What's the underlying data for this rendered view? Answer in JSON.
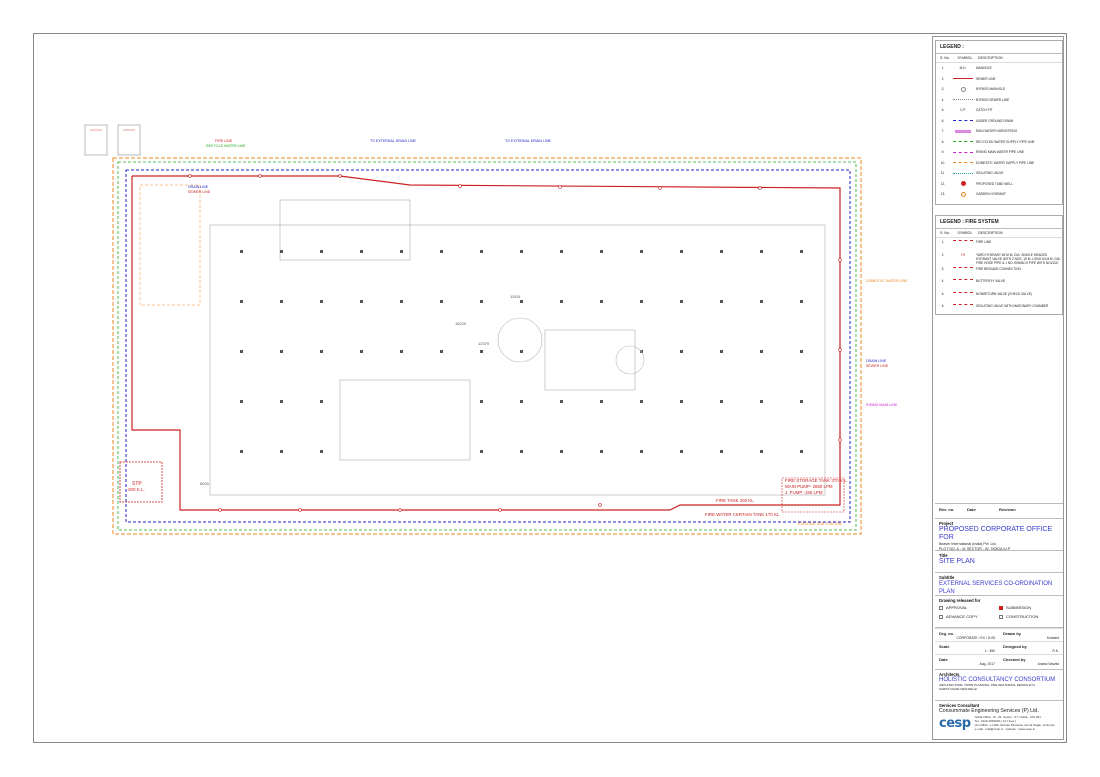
{
  "legend": {
    "title": "LEGEND :",
    "headers": {
      "no": "S. No.",
      "symbol": "SYMBOL",
      "desc": "DESCRIPTION"
    },
    "rows": [
      {
        "no": "1.",
        "symbol": "M.H.",
        "desc": "MANHOLE",
        "color": "#333333",
        "style": "text"
      },
      {
        "no": "2.",
        "symbol": "",
        "desc": "SEWER LINE",
        "color": "#cc2222",
        "style": "solid"
      },
      {
        "no": "3.",
        "symbol": "",
        "desc": "BYPASS MANHOLE",
        "color": "#888888",
        "style": "circle"
      },
      {
        "no": "4.",
        "symbol": "",
        "desc": "BYPASS SEWER LINE",
        "color": "#888888",
        "style": "dotted"
      },
      {
        "no": "5.",
        "symbol": "C.P.",
        "desc": "CATCH PIT",
        "color": "#333333",
        "style": "text"
      },
      {
        "no": "6.",
        "symbol": "",
        "desc": "UNDER GROUND DRAIN",
        "color": "#2222cc",
        "style": "dashed"
      },
      {
        "no": "7.",
        "symbol": "",
        "desc": "RAIN WATER HARVESTING",
        "color": "#dd88dd",
        "style": "block"
      },
      {
        "no": "8.",
        "symbol": "",
        "desc": "RECYCLED WATER SUPPLY PIPE LINE",
        "color": "#22aa22",
        "style": "dashed"
      },
      {
        "no": "9.",
        "symbol": "",
        "desc": "RISING MAIN WATER PIPE LINE",
        "color": "#cc22cc",
        "style": "dashdot"
      },
      {
        "no": "10.",
        "symbol": "",
        "desc": "DOMESTIC WATER SUPPLY PIPE LINE",
        "color": "#ee8822",
        "style": "dashed"
      },
      {
        "no": "11.",
        "symbol": "",
        "desc": "ISOLATING VALVE",
        "color": "#22aaaa",
        "style": "dotted"
      },
      {
        "no": "12.",
        "symbol": "",
        "desc": "PROPOSED TUBE WELL",
        "color": "#cc2222",
        "style": "dot"
      },
      {
        "no": "13.",
        "symbol": "",
        "desc": "GARDEN HYDRANT",
        "color": "#ee8822",
        "style": "circle"
      }
    ]
  },
  "fire_legend": {
    "title": "LEGEND : FIRE SYSTEM",
    "headers": {
      "no": "S. No.",
      "symbol": "SYMBOL",
      "desc": "DESCRIPTION"
    },
    "rows": [
      {
        "no": "1.",
        "symbol": "",
        "desc": "FIRE LINE",
        "color": "#cc2222"
      },
      {
        "no": "2.",
        "symbol": "YH",
        "desc": "YARD HYDRANT 63 M.M. DIA. SINGLE HEADED HYDRANT VALVE WITH 2 NOS. 15 M. LONG 63 M.M. DIA. FIRE HOSE PIPE & 1 NO. BRANCH PIPE WITH NOZZLE",
        "color": "#cc2222"
      },
      {
        "no": "3.",
        "symbol": "",
        "desc": "FIRE BRIGADE CONNECTION",
        "color": "#cc2222"
      },
      {
        "no": "4.",
        "symbol": "",
        "desc": "BUTTERFLY VALVE",
        "color": "#cc2222"
      },
      {
        "no": "5.",
        "symbol": "",
        "desc": "NONRETURN VALVE (CHECK VALVE)",
        "color": "#cc2222"
      },
      {
        "no": "6.",
        "symbol": "",
        "desc": "ISOLATING VALVE WITH MASONARY CHAMBER",
        "color": "#cc2222"
      }
    ]
  },
  "revision": {
    "no": "Rev. no.",
    "date": "Date",
    "revision": "Revision"
  },
  "project": {
    "label": "Project",
    "title": "PROPOSED CORPORATE OFFICE FOR",
    "line1": "Beaver International (India) Pvt. Ltd.",
    "line2": "PLOT NO. A - 41 SECTOR - 62, NOIDA (U.P"
  },
  "title_block": {
    "label": "Title",
    "value": "SITE PLAN"
  },
  "subtitle_block": {
    "label": "Subtitle",
    "value": "EXTERNAL SERVICES CO-ORDINATION PLAN"
  },
  "release": {
    "label": "Drawing released for",
    "options": [
      {
        "label": "APPROVAL",
        "checked": false
      },
      {
        "label": "SUBMISSION",
        "checked": true
      },
      {
        "label": "ADVANCE COPY",
        "checked": false
      },
      {
        "label": "CONSTRUCTION",
        "checked": false
      }
    ]
  },
  "details": {
    "drg_no_label": "Drg. no.",
    "drg_no": "CORPORATE / EX / S-05",
    "drawn_by_label": "Drawn by",
    "drawn_by": "Kulwant",
    "scale_label": "Scale",
    "scale": "1 : 350",
    "designed_by_label": "Designed by",
    "designed_by": "R.K.",
    "date_label": "Date",
    "date": "Aug. 2017",
    "checked_by_label": "Checked by",
    "checked_by": "Anand Vasvila"
  },
  "architects": {
    "label": "Architects",
    "name": "HOLISTIC CONSULTANCY CONSORTIUM",
    "line1": "ARCHITECTURE, TOWN PLANNING, PRE-INDUSTRIAL DESIGN ETC.",
    "line2": "SARITA VIHAR NEW DELHI"
  },
  "services": {
    "label": "Services Consultant",
    "name": "Consummate Engineering Services (P) Ltd.",
    "logo": "cesp",
    "addr1": "Noida Office : B - 61, Sector - 67, Noida - 201 301",
    "addr2": "Tel : 0120-4960000 ( 10 Lines )",
    "addr3": "Lko Office : H-306, Rohtas Plumeria, Gomti Nagar, Lucknow",
    "addr4": "e-mail : mail@cesp.in , website : www.cesp.in"
  },
  "drawing": {
    "labels": {
      "stp": "STP",
      "stp_cap": "200 K.L.",
      "fire_storage": "FIRE STORAGE TANK 370 K.L.",
      "main_pump": "MAIN PUMP- 2850 LPM",
      "j_pump": "J. PUMP -150 LPM",
      "fire_tank": "FIRE TANK 200 KL",
      "fire_water_tank": "FIRE WATER CERTAIN TANK 170 KL",
      "drain_line": "DRAIN LINE",
      "sewer_line": "SEWER LINE",
      "fire_line": "FIRE LINE",
      "recycle_water": "RECYCLE WATER LINE",
      "to_external_drain": "TO EXTERNAL DRAIN LINE",
      "domestic_water": "DOMESTIC WATER LINE",
      "rising_main": "RISING MAIN LINE",
      "existing_sub_station": "EXISTING SUB STATION",
      "dim_1": "11531",
      "dim_2": "16229",
      "dim_3": "12379",
      "dim_4": "8000"
    }
  }
}
